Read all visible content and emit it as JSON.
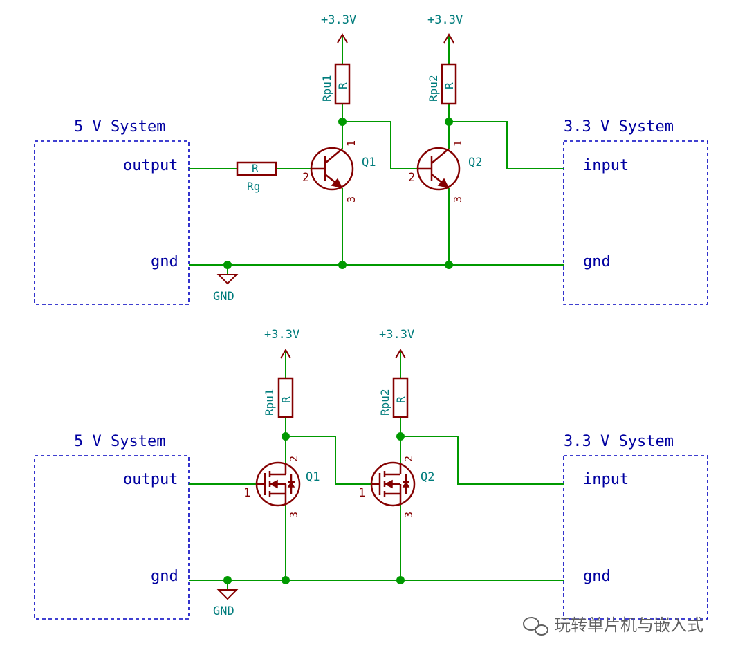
{
  "circuits": [
    {
      "left_system": {
        "title": "5 V System",
        "output_label": "output",
        "gnd_label": "gnd"
      },
      "right_system": {
        "title": "3.3 V System",
        "input_label": "input",
        "gnd_label": "gnd"
      },
      "gate_resistor": {
        "name": "Rg",
        "value": "R"
      },
      "pullup1": {
        "name": "Rpu1",
        "value": "R",
        "supply": "+3.3V"
      },
      "pullup2": {
        "name": "Rpu2",
        "value": "R",
        "supply": "+3.3V"
      },
      "q1": {
        "ref": "Q1",
        "pin_base": "2",
        "pin_collector": "1",
        "pin_emitter": "3"
      },
      "q2": {
        "ref": "Q2",
        "pin_base": "2",
        "pin_collector": "1",
        "pin_emitter": "3"
      },
      "ground": "GND"
    },
    {
      "left_system": {
        "title": "5 V System",
        "output_label": "output",
        "gnd_label": "gnd"
      },
      "right_system": {
        "title": "3.3 V System",
        "input_label": "input",
        "gnd_label": "gnd"
      },
      "pullup1": {
        "name": "Rpu1",
        "value": "R",
        "supply": "+3.3V"
      },
      "pullup2": {
        "name": "Rpu2",
        "value": "R",
        "supply": "+3.3V"
      },
      "q1": {
        "ref": "Q1",
        "pin_gate": "1",
        "pin_drain": "2",
        "pin_source": "3"
      },
      "q2": {
        "ref": "Q2",
        "pin_gate": "1",
        "pin_drain": "2",
        "pin_source": "3"
      },
      "ground": "GND"
    }
  ],
  "watermark": "玩转单片机与嵌入式",
  "colors": {
    "wire": "#009900",
    "component": "#840000",
    "net_label": "#007c7c",
    "system_box": "#0000c0"
  }
}
